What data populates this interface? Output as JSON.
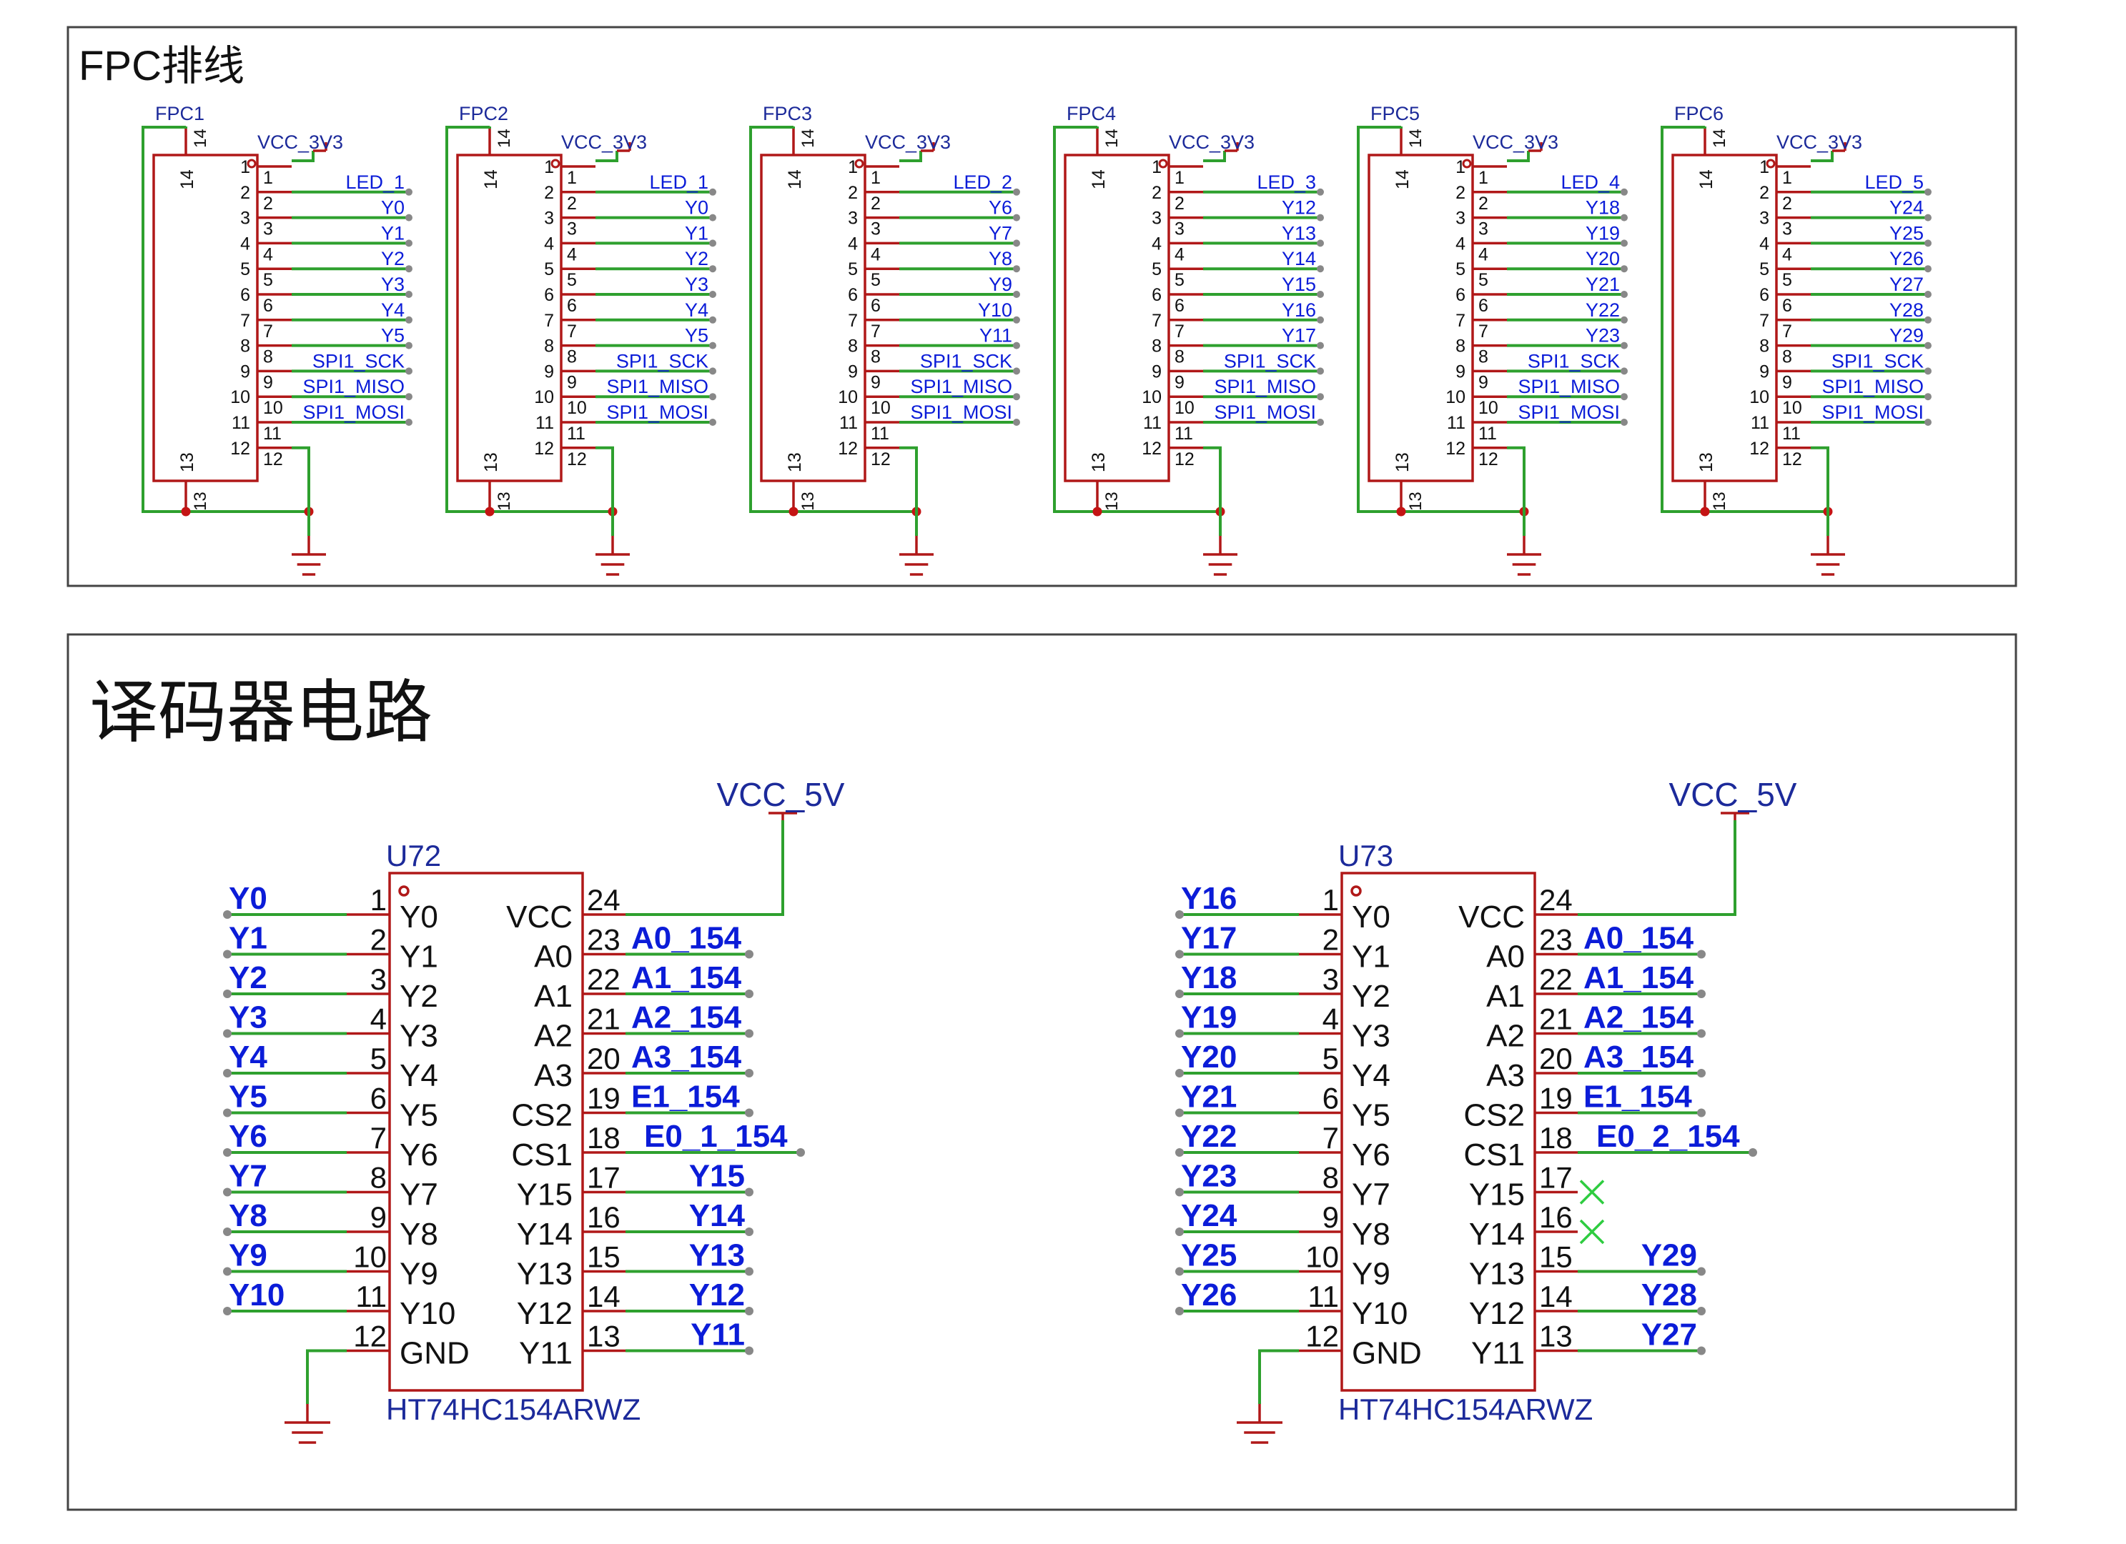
{
  "colors": {
    "wire": "#2ea02e",
    "component": "#b01818",
    "net_label": "#0b1cd8",
    "power_label": "#1c2a9a",
    "junction": "#c41414",
    "frame": "#444444"
  },
  "sections": {
    "fpc": {
      "title": "FPC排线",
      "power": "VCC_3V3",
      "connectors": [
        {
          "ref": "FPC1",
          "nets": [
            "LED_1",
            "Y0",
            "Y1",
            "Y2",
            "Y3",
            "Y4",
            "Y5",
            "SPI1_SCK",
            "SPI1_MISO",
            "SPI1_MOSI"
          ]
        },
        {
          "ref": "FPC2",
          "nets": [
            "LED_1",
            "Y0",
            "Y1",
            "Y2",
            "Y3",
            "Y4",
            "Y5",
            "SPI1_SCK",
            "SPI1_MISO",
            "SPI1_MOSI"
          ]
        },
        {
          "ref": "FPC3",
          "nets": [
            "LED_2",
            "Y6",
            "Y7",
            "Y8",
            "Y9",
            "Y10",
            "Y11",
            "SPI1_SCK",
            "SPI1_MISO",
            "SPI1_MOSI"
          ]
        },
        {
          "ref": "FPC4",
          "nets": [
            "LED_3",
            "Y12",
            "Y13",
            "Y14",
            "Y15",
            "Y16",
            "Y17",
            "SPI1_SCK",
            "SPI1_MISO",
            "SPI1_MOSI"
          ]
        },
        {
          "ref": "FPC5",
          "nets": [
            "LED_4",
            "Y18",
            "Y19",
            "Y20",
            "Y21",
            "Y22",
            "Y23",
            "SPI1_SCK",
            "SPI1_MISO",
            "SPI1_MOSI"
          ]
        },
        {
          "ref": "FPC6",
          "nets": [
            "LED_5",
            "Y24",
            "Y25",
            "Y26",
            "Y27",
            "Y28",
            "Y29",
            "SPI1_SCK",
            "SPI1_MISO",
            "SPI1_MOSI"
          ]
        }
      ],
      "pin_numbers": [
        "1",
        "2",
        "3",
        "4",
        "5",
        "6",
        "7",
        "8",
        "9",
        "10",
        "11",
        "12"
      ],
      "side_pins": {
        "top": "14",
        "bottom": "13"
      }
    },
    "decoder": {
      "title": "译码器电路",
      "power": "VCC_5V",
      "left_pin_names": [
        "Y0",
        "Y1",
        "Y2",
        "Y3",
        "Y4",
        "Y5",
        "Y6",
        "Y7",
        "Y8",
        "Y9",
        "Y10",
        "GND"
      ],
      "right_pin_names": [
        "VCC",
        "A0",
        "A1",
        "A2",
        "A3",
        "CS2",
        "CS1",
        "Y15",
        "Y14",
        "Y13",
        "Y12",
        "Y11"
      ],
      "left_pin_numbers": [
        "1",
        "2",
        "3",
        "4",
        "5",
        "6",
        "7",
        "8",
        "9",
        "10",
        "11",
        "12"
      ],
      "right_pin_numbers": [
        "24",
        "23",
        "22",
        "21",
        "20",
        "19",
        "18",
        "17",
        "16",
        "15",
        "14",
        "13"
      ],
      "chips": [
        {
          "ref": "U72",
          "part": "HT74HC154ARWZ",
          "left_nets": [
            "Y0",
            "Y1",
            "Y2",
            "Y3",
            "Y4",
            "Y5",
            "Y6",
            "Y7",
            "Y8",
            "Y9",
            "Y10"
          ],
          "right_nets": [
            "",
            "A0_154",
            "A1_154",
            "A2_154",
            "A3_154",
            "E1_154",
            "E0_1_154",
            "Y15",
            "Y14",
            "Y13",
            "Y12",
            "Y11"
          ]
        },
        {
          "ref": "U73",
          "part": "HT74HC154ARWZ",
          "left_nets": [
            "Y16",
            "Y17",
            "Y18",
            "Y19",
            "Y20",
            "Y21",
            "Y22",
            "Y23",
            "Y24",
            "Y25",
            "Y26"
          ],
          "right_nets": [
            "",
            "A0_154",
            "A1_154",
            "A2_154",
            "A3_154",
            "E1_154",
            "E0_2_154",
            "",
            "",
            "Y29",
            "Y28",
            "Y27"
          ]
        }
      ]
    }
  }
}
